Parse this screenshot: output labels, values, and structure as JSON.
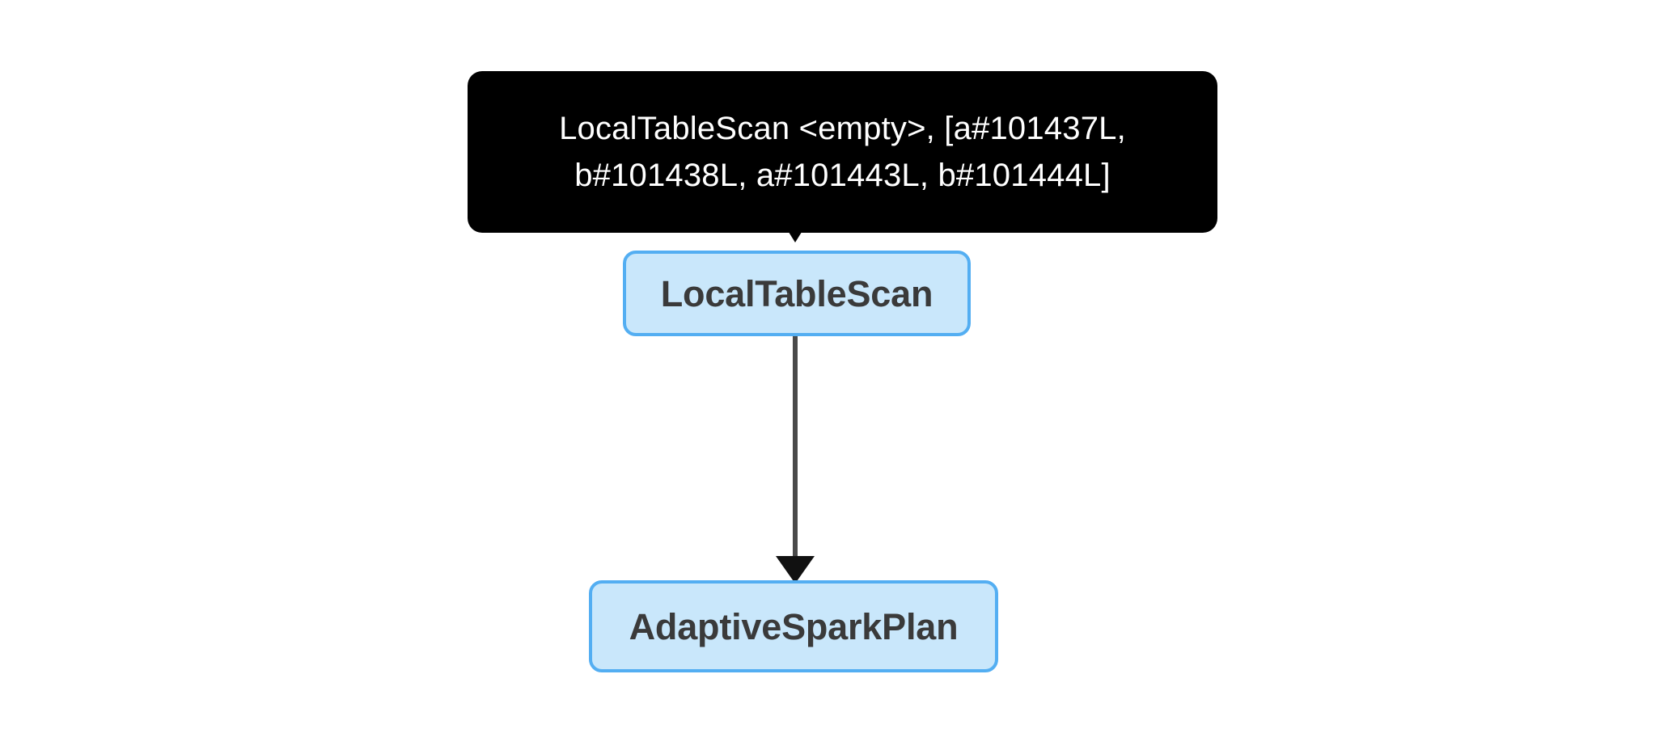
{
  "diagram": {
    "type": "spark-physical-plan-graph",
    "background_color": "#ffffff",
    "tooltip": {
      "background_color": "#000000",
      "text_color": "#ffffff",
      "lines": [
        "LocalTableScan <empty>, [a#101437L,",
        "b#101438L, a#101443L, b#101444L]"
      ],
      "full_text": "LocalTableScan <empty>, [a#101437L, b#101438L, a#101443L, b#101444L]"
    },
    "nodes": [
      {
        "id": "localtablescan",
        "label": "LocalTableScan",
        "fill_color": "#c9e7fb",
        "border_color": "#53aef2",
        "text_color": "#3a3a3a"
      },
      {
        "id": "adaptivesparkplan",
        "label": "AdaptiveSparkPlan",
        "fill_color": "#c9e7fb",
        "border_color": "#53aef2",
        "text_color": "#3a3a3a"
      }
    ],
    "edges": [
      {
        "id": "tooltip-to-localtablescan",
        "from": "tooltip",
        "to": "localtablescan",
        "color": "#000000",
        "arrowhead": "filled-triangle"
      },
      {
        "id": "localtablescan-to-adaptivesparkplan",
        "from": "localtablescan",
        "to": "adaptivesparkplan",
        "color": "#4a4a4a",
        "arrowhead": "filled-triangle"
      }
    ]
  }
}
